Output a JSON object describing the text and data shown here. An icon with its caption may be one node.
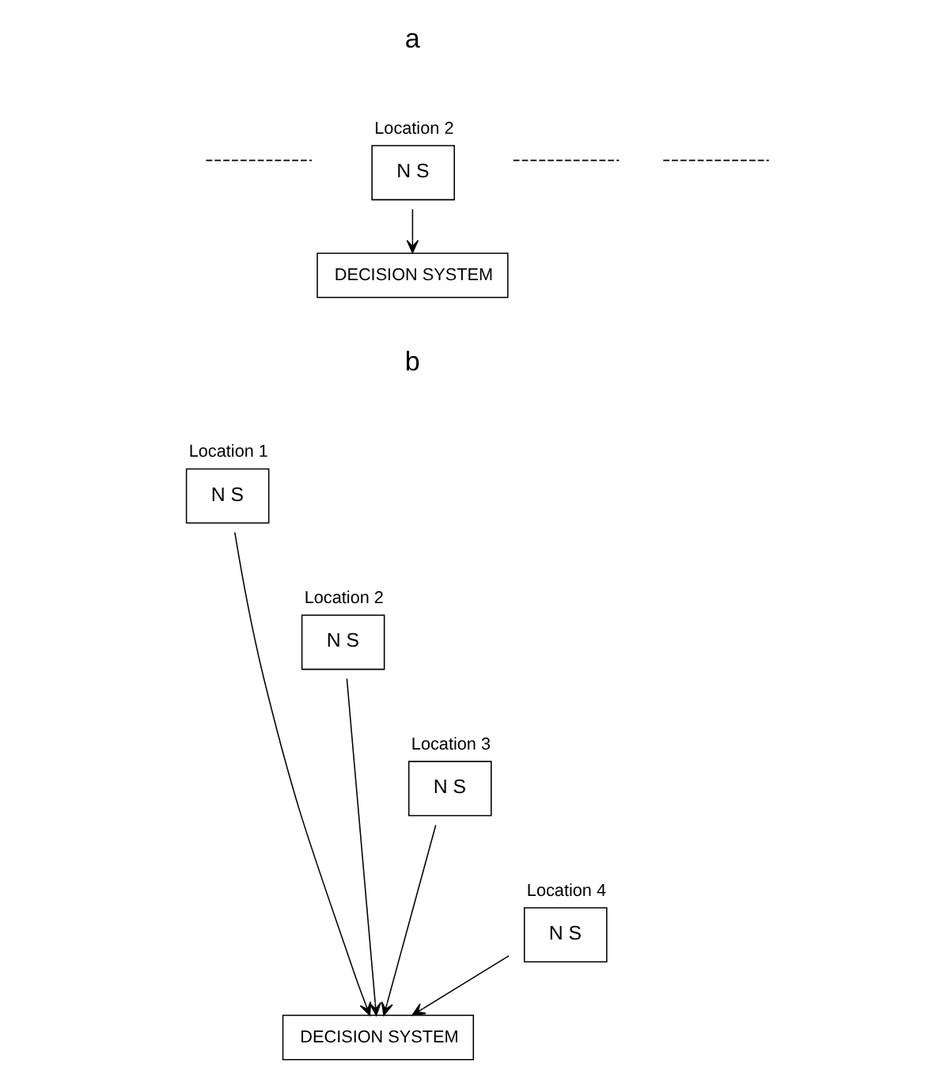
{
  "diagram": {
    "nodes": [
      {
        "text": [
          "Location 2",
          "N S"
        ]
      },
      {
        "text": [],
        "shape": "line"
      },
      {
        "text": [],
        "shape": "line"
      },
      {
        "text": [],
        "shape": "line"
      },
      {
        "text": [
          "DECISION SYSTEM"
        ]
      },
      {
        "text": [
          "Location 1",
          "N S"
        ]
      },
      {
        "text": [
          "Location 2",
          "N S"
        ]
      },
      {
        "text": [
          "Location 3",
          "N S"
        ]
      },
      {
        "text": [
          "Location 4",
          "N S"
        ]
      },
      {
        "text": [
          "DECISION SYSTEM"
        ]
      }
    ],
    "edges": [
      {
        "from": 0,
        "to": 4,
        "arrow": "to"
      },
      {
        "from": 5,
        "to": 9,
        "arrow": "to"
      },
      {
        "from": 6,
        "to": 9,
        "arrow": "to"
      },
      {
        "from": 7,
        "to": 9,
        "arrow": "to"
      },
      {
        "from": 8,
        "to": 9,
        "arrow": "to"
      }
    ],
    "labels": [
      "a",
      "b"
    ]
  }
}
